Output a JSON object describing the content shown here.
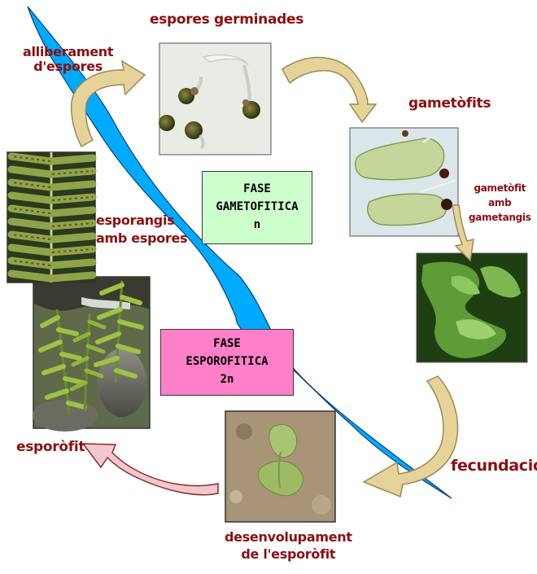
{
  "diagram": {
    "colors": {
      "label_text": "#8b0f12",
      "diagonal_band": "#00aaff",
      "arrow_fill": "#e5d39a",
      "arrow_stroke": "#9c8a52",
      "last_arrow_fill": "#f2c8cc",
      "last_arrow_stroke": "#8e2a2f",
      "gametophytic_phase_bg": "#ccffcc",
      "sporophytic_phase_bg": "#ff80c8"
    },
    "labels": {
      "spore_release": [
        "alliberament",
        "d'espores"
      ],
      "germinated_spores": "espores germinades",
      "gametophytes": "gametòfits",
      "gametophyte_with_gametangia": [
        "gametòfit",
        "amb",
        "gametangis"
      ],
      "fertilization": "fecundació",
      "sporophyte_development": [
        "desenvolupament",
        "de l'esporòfit"
      ],
      "sporophyte": "esporòfit",
      "sporangia_with_spores": [
        "esporangis",
        "amb espores"
      ]
    },
    "phases": {
      "gametophytic": [
        "FASE",
        "GAMETOFITICA",
        "n"
      ],
      "sporophytic": [
        "FASE",
        "ESPOROFITICA",
        "2n"
      ]
    },
    "photos": [
      "germinated-spores-photo",
      "gametophytes-photo",
      "gametophyte-with-gametangia-photo",
      "sporophyte-development-photo",
      "fern-sporophyte-photo",
      "sporangia-frond-photo"
    ],
    "arrows": [
      "spore-release-arrow",
      "germination-arrow",
      "gametophyte-maturation-arrow",
      "fertilization-arrow",
      "development-arrow",
      "sporophyte-growth-arrow"
    ]
  }
}
